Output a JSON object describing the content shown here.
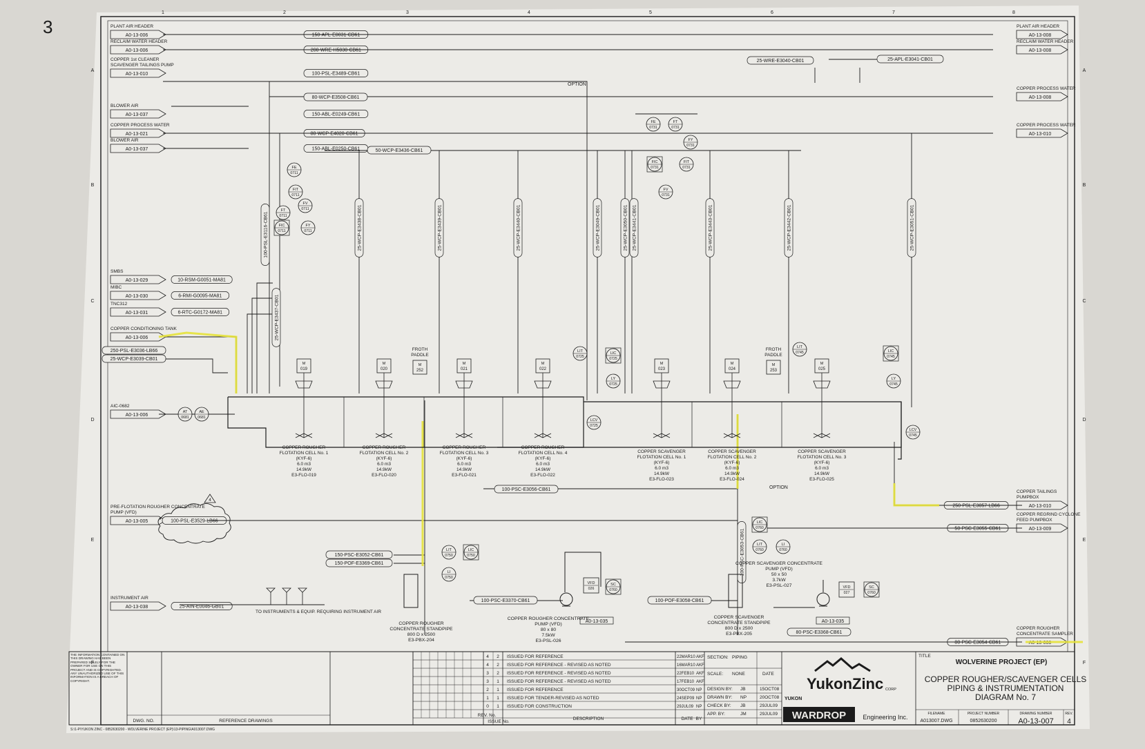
{
  "sheet_mark": "3",
  "grid": {
    "cols": [
      "1",
      "2",
      "3",
      "4",
      "5",
      "6",
      "7",
      "8"
    ],
    "rows": [
      "A",
      "B",
      "C",
      "D",
      "E",
      "F"
    ]
  },
  "left_connectors": [
    {
      "name": "PLANT AIR HEADER",
      "ref": "A0-13-006",
      "line": "150-APL-E0031-CB61"
    },
    {
      "name": "RECLAIM WATER HEADER",
      "ref": "A0-13-006",
      "line": "200-WRE-H5030-CB61"
    },
    {
      "name": "COPPER 1st CLEANER SCAVENGER TAILINGS PUMP",
      "ref": "A0-13-010",
      "line": "100-PSL-E3489-CB61"
    },
    {
      "name": "BLOWER AIR",
      "ref": "A0-13-037",
      "line": "150-ABL-E0249-CB61"
    },
    {
      "name": "COPPER PROCESS WATER",
      "ref": "A0-13-021",
      "line": "80-WCP-E4020-CB61"
    },
    {
      "name": "BLOWER AIR",
      "ref": "A0-13-037",
      "line": "150-ABL-E0250-CB61"
    },
    {
      "name": "SMBS",
      "ref": "A0-13-029",
      "line": "10-RSM-G0051-MA81"
    },
    {
      "name": "MIBC",
      "ref": "A0-13-030",
      "line": "6-RMI-G0095-MA81"
    },
    {
      "name": "TNC312",
      "ref": "A0-13-031",
      "line": "6-RTC-G0172-MA81"
    },
    {
      "name": "COPPER CONDITIONING TANK",
      "ref": "A0-13-006",
      "line": ""
    },
    {
      "name": "AIC-0682",
      "ref": "A0-13-006",
      "line": ""
    },
    {
      "name": "PRE-FLOTATION ROUGHER CONCENTRATE PUMP (VFD)",
      "ref": "A0-13-005",
      "line": "100-PSL-E3529-LB66"
    },
    {
      "name": "INSTRUMENT AIR",
      "ref": "A0-13-038",
      "line": "25-AIN-E0046-GB01"
    }
  ],
  "right_connectors": [
    {
      "name": "PLANT AIR HEADER",
      "ref": "A0-13-008"
    },
    {
      "name": "RECLAIM WATER HEADER",
      "ref": "A0-13-008"
    },
    {
      "name": "COPPER PROCESS WATER",
      "ref": "A0-13-008"
    },
    {
      "name": "COPPER PROCESS WATER",
      "ref": "A0-13-010"
    },
    {
      "name": "COPPER TAILINGS PUMPBOX",
      "ref": "A0-13-010",
      "line": "250-PSL-E3057-LB66"
    },
    {
      "name": "COPPER REGRIND CYCLONE FEED PUMPBOX",
      "ref": "A0-13-009",
      "line": "50-PSC-E3055-CB61"
    },
    {
      "name": "COPPER ROUGHER CONCENTRATE SAMPLER",
      "ref": "A0-13-008",
      "line": "80-PSC-E3054-CB61"
    }
  ],
  "line_tags": {
    "wre": "25-WRE-E3040-CB01",
    "apl": "25-APL-E3041-CB01",
    "wcp_header": "80-WCP-E3508-CB61",
    "wcp_3436": "50-WCP-E3436-CB61",
    "conditioning_1": "250-PSL-E3036-LB66",
    "conditioning_2": "25-WCP-E3039-CB01",
    "psc_3056": "100-PSC-E3056-CB61",
    "psc_3052": "150-PSC-E3052-CB61",
    "pof_3369": "150-POF-E3369-CB61",
    "psc_3370": "100-PSC-E3370-CB61",
    "pof_3058": "100-POF-E3058-CB61",
    "psc_3368": "80-PSC-E3368-CB61",
    "dc_035a": "A0-13-035",
    "dc_035b": "A0-13-035",
    "option1": "OPTION",
    "option2": "OPTION",
    "instruments": "TO INSTRUMENTS & EQUIP. REQUIRING INSTRUMENT AIR",
    "vertical": [
      "100-PSL-E3116-CB61",
      "25-WCP-E3437-CB01",
      "25-WCP-E3438-CB01",
      "25-WCP-E3439-CB01",
      "25-WCP-E3440-CB01",
      "25-WCP-E3049-CB01",
      "25-WCP-E3050-CB01",
      "25-WCP-E3441-CB01",
      "25-WCP-E3443-CB01",
      "25-WCP-E3442-CB01",
      "25-WCP-E3051-CB01",
      "100-PSC-E3053-CB61"
    ]
  },
  "cells": [
    {
      "title": "COPPER ROUGHER FLOTATION CELL No. 1",
      "spec": "(KYF-6)",
      "vol": "6.0 m3",
      "power": "14.9kW",
      "tag": "E3-FLO-019",
      "motor": "019"
    },
    {
      "title": "COPPER ROUGHER FLOTATION CELL No. 2",
      "spec": "(KYF-6)",
      "vol": "6.0 m3",
      "power": "14.9kW",
      "tag": "E3-FLO-020",
      "motor": "020"
    },
    {
      "title": "COPPER ROUGHER FLOTATION CELL No. 3",
      "spec": "(KYF-6)",
      "vol": "6.0 m3",
      "power": "14.9kW",
      "tag": "E3-FLO-021",
      "motor": "021"
    },
    {
      "title": "COPPER ROUGHER FLOTATION CELL No. 4",
      "spec": "(KYF-6)",
      "vol": "6.0 m3",
      "power": "14.9kW",
      "tag": "E3-FLO-022",
      "motor": "022"
    },
    {
      "title": "COPPER SCAVENGER FLOTATION CELL No. 1",
      "spec": "(KYF-6)",
      "vol": "6.0 m3",
      "power": "14.9kW",
      "tag": "E3-FLO-023",
      "motor": "023"
    },
    {
      "title": "COPPER SCAVENGER FLOTATION CELL No. 2",
      "spec": "(KYF-6)",
      "vol": "6.0 m3",
      "power": "14.9kW",
      "tag": "E3-FLO-024",
      "motor": "024"
    },
    {
      "title": "COPPER SCAVENGER FLOTATION CELL No. 3",
      "spec": "(KYF-6)",
      "vol": "6.0 m3",
      "power": "14.9kW",
      "tag": "E3-FLO-025",
      "motor": "025"
    }
  ],
  "froth_paddles": [
    {
      "label": "FROTH PADDLE",
      "motor": "252"
    },
    {
      "label": "FROTH PADDLE",
      "motor": "253"
    }
  ],
  "equipment": [
    {
      "title": "COPPER ROUGHER CONCENTRATE STANDPIPE",
      "size": "800 D x 2500",
      "tag": "E3-PBX-204"
    },
    {
      "title": "COPPER ROUGHER CONCENTRATE PUMP (VFD)",
      "size": "80 x 80",
      "power": "7.5kW",
      "tag": "E3-PSL-026"
    },
    {
      "title": "COPPER SCAVENGER CONCENTRATE STANDPIPE",
      "size": "800 D x 2500",
      "tag": "E3-PBX-205"
    },
    {
      "title": "COPPER SCAVENGER CONCENTRATE PUMP (VFD)",
      "size": "50 x 50",
      "power": "3.7kW",
      "tag": "E3-PSL-027"
    }
  ],
  "instruments": [
    "FE 0711",
    "FIT 0711",
    "FV 0711",
    "FT 0711",
    "FIC 0711",
    "FY 0711",
    "FE 0731",
    "FT 0731",
    "FIT 0731",
    "FV 0731",
    "FIC 0731",
    "FY 0731",
    "AT 0681",
    "AE 0681",
    "LIT 0725",
    "LIC 0725",
    "LY 0725",
    "LCV 0725",
    "LIT 0745",
    "LIC 0745",
    "LY 0745",
    "LCV 0745",
    "LIT 0750",
    "LIC 0750",
    "LI 0750",
    "VFD 026",
    "SC 0760",
    "LIT 0760",
    "LIC 0760",
    "LI 0760",
    "VFD 027",
    "SC 0760"
  ],
  "revisions": [
    {
      "no": "4",
      "issue": "2",
      "desc": "ISSUED FOR REFERENCE",
      "date": "22MAR10",
      "by": "AKF"
    },
    {
      "no": "4",
      "issue": "2",
      "desc": "ISSUED FOR REFERENCE - REVISED AS NOTED",
      "date": "16MAR10",
      "by": "AKF"
    },
    {
      "no": "3",
      "issue": "2",
      "desc": "ISSUED FOR REFERENCE - REVISED AS NOTED",
      "date": "22FEB10",
      "by": "AKF"
    },
    {
      "no": "3",
      "issue": "1",
      "desc": "ISSUED FOR REFERENCE - REVISED AS NOTED",
      "date": "17FEB10",
      "by": "AKF"
    },
    {
      "no": "2",
      "issue": "1",
      "desc": "ISSUED FOR REFERENCE",
      "date": "30OCT09",
      "by": "NP"
    },
    {
      "no": "1",
      "issue": "1",
      "desc": "ISSUED FOR TENDER-REVISED AS NOTED",
      "date": "24SEP09",
      "by": "NP"
    },
    {
      "no": "0",
      "issue": "1",
      "desc": "ISSUED FOR CONSTRUCTION",
      "date": "29JUL09",
      "by": "NP"
    }
  ],
  "title_block": {
    "disclaimer": "THE INFORMATION CONTAINED ON THIS DRAWING HAS BEEN PREPARED SOLELY FOR THE OWNER FOR USE ON THIS PROJECT AND IS COPYRIGHTED. ANY UNAUTHORIZED USE OF THIS INFORMATION IS A BREACH OF COPYRIGHT.",
    "dwg_no_label": "DWG. NO.",
    "ref_label": "REFERENCE DRAWINGS",
    "rev_label": "REV. No.",
    "issue_label": "ISSUE No.",
    "desc_label": "DESCRIPTION",
    "date_label": "DATE",
    "by_label": "BY",
    "section_label": "SECTION:",
    "section": "PIPING",
    "scale_label": "SCALE:",
    "scale": "NONE",
    "date_col": "DATE",
    "design_label": "DESIGN BY:",
    "design_by": "JB",
    "design_date": "15OCT08",
    "drawn_label": "DRAWN BY:",
    "drawn_by": "NP",
    "drawn_date": "20OCT08",
    "check_label": "CHECK BY:",
    "check_by": "JB",
    "check_date": "29JUL09",
    "app_label": "APP. BY:",
    "app_by": "JM",
    "app_date": "29JUL09",
    "client_logo": "YukonZinc",
    "client_corp": "CORP",
    "client_name": "YUKON",
    "engineer": "WARDROP",
    "engineer_sub": "Engineering Inc.",
    "title_label": "TITLE",
    "project": "WOLVERINE PROJECT (EP)",
    "title1": "COPPER ROUGHER/SCAVENGER CELLS",
    "title2": "PIPING & INSTRUMENTATION",
    "title3": "DIAGRAM No. 7",
    "filename_label": "FILENAME",
    "filename": "A013007.DWG",
    "project_no_label": "PROJECT NUMBER",
    "project_no": "0852630200",
    "drawing_no_label": "DRAWING NUMBER",
    "drawing_no": "A0-13-007",
    "rev_no_label": "REV.",
    "rev_no": "4"
  },
  "footer_path": "S:\\1-P\\YUKON ZINC - 0852630200 - WOLVERINE PROJECT (EP)\\13-PIPING\\A013007.DWG",
  "colors": {
    "paper": "#ecebe7",
    "ink": "#1b1b1b",
    "highlight": "#e6e23a"
  }
}
